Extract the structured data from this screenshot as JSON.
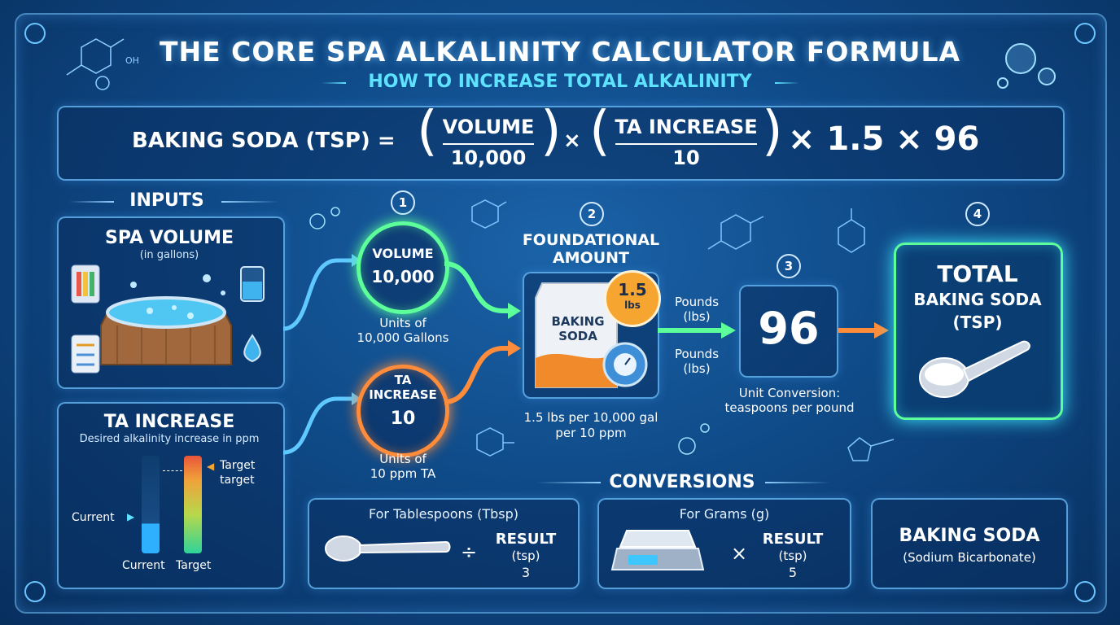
{
  "header": {
    "title": "THE CORE SPA ALKALINITY CALCULATOR FORMULA",
    "subtitle": "HOW TO INCREASE TOTAL ALKALINITY"
  },
  "formula": {
    "lhs": "BAKING SODA (TSP) =",
    "frac1_num": "VOLUME",
    "frac1_den": "10,000",
    "times1": "×",
    "frac2_num": "TA INCREASE",
    "frac2_den": "10",
    "tail": "× 1.5 × 96"
  },
  "inputs": {
    "heading": "INPUTS",
    "spa_volume_title": "SPA VOLUME",
    "spa_volume_unit": "(in gallons)",
    "ta_title": "TA INCREASE",
    "ta_desc": "Desired alkalinity increase in ppm",
    "current_label": "Current",
    "target_label": "Target",
    "target_label_lower": "target",
    "bar_current_label": "Current",
    "bar_target_label": "Target"
  },
  "steps": {
    "step1_num": "1",
    "volume_label": "VOLUME",
    "volume_value": "10,000",
    "volume_units_line1": "Units of",
    "volume_units_line2": "10,000 Gallons",
    "ta_label_line1": "TA",
    "ta_label_line2": "INCREASE",
    "ta_value": "10",
    "ta_units_line1": "Units of",
    "ta_units_line2": "10 ppm TA",
    "step2_num": "2",
    "foundational_line1": "FOUNDATIONAL",
    "foundational_line2": "AMOUNT",
    "bag_line1": "BAKING",
    "bag_line2": "SODA",
    "badge_value": "1.5",
    "badge_unit": "lbs",
    "foundational_desc_line1": "1.5 lbs per 10,000 gal",
    "foundational_desc_line2": "per 10 ppm",
    "pounds_top_line1": "Pounds",
    "pounds_top_line2": "(lbs)",
    "pounds_bottom_line1": "Pounds",
    "pounds_bottom_line2": "(lbs)",
    "step3_num": "3",
    "conversion_value": "96",
    "conversion_desc_line1": "Unit Conversion:",
    "conversion_desc_line2": "teaspoons per pound",
    "step4_num": "4",
    "total_line1": "TOTAL",
    "total_line2": "BAKING SODA",
    "total_line3": "(TSP)"
  },
  "conversions": {
    "heading": "CONVERSIONS",
    "tbsp_title": "For Tablespoons (Tbsp)",
    "tbsp_op": "÷",
    "tbsp_result_label": "RESULT",
    "tbsp_result_unit": "(tsp)",
    "tbsp_value": "3",
    "grams_title": "For Grams (g)",
    "grams_op": "×",
    "grams_result_label": "RESULT",
    "grams_result_unit": "(tsp)",
    "grams_value": "5",
    "soda_title": "BAKING SODA",
    "soda_sub": "(Sodium Bicarbonate)"
  },
  "colors": {
    "accent_cyan": "#5ee3ff",
    "green_glow": "#5dff9a",
    "orange_glow": "#ff8c3a",
    "badge_orange": "#f7a531"
  }
}
